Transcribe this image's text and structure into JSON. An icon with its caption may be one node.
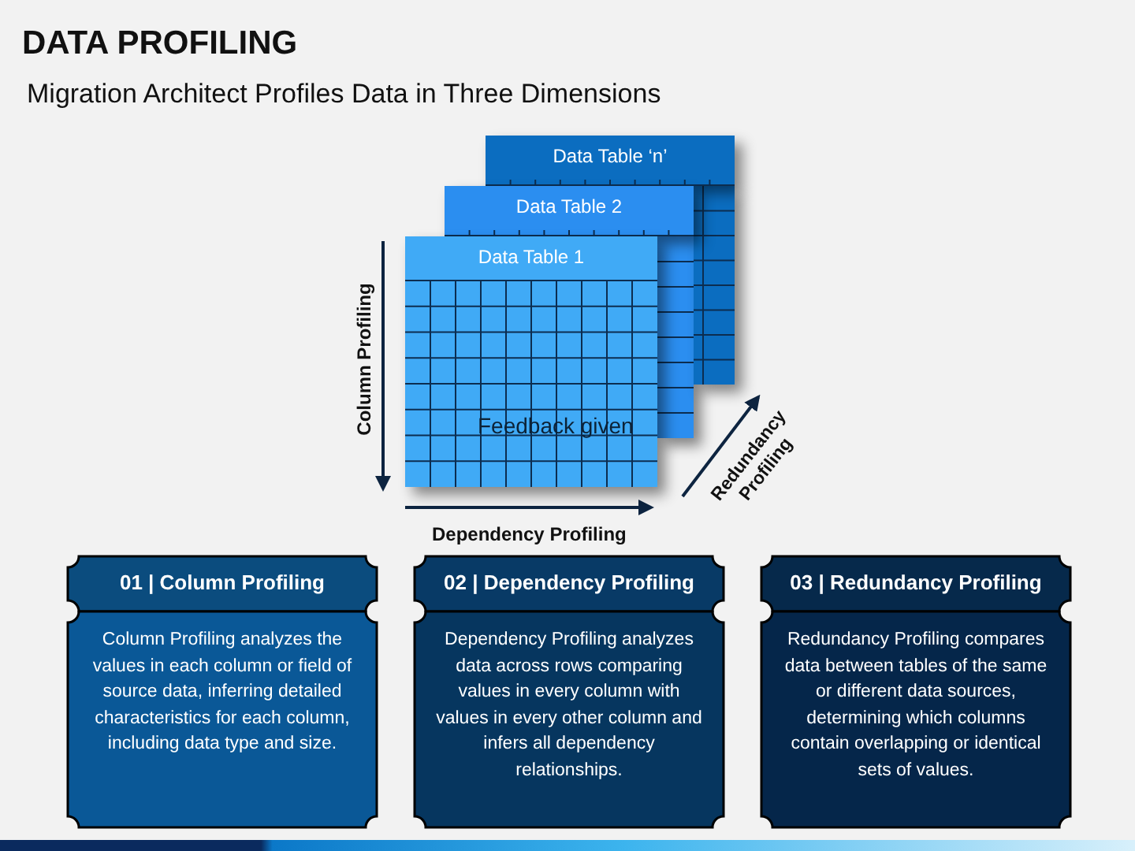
{
  "diagram": {
    "title": "DATA PROFILING",
    "nodes": [
      {
        "text": [
          "Data Table ‘n’"
        ]
      },
      {
        "text": [
          "Data Table 2"
        ]
      },
      {
        "text": [
          "Data Table 1"
        ]
      },
      {
        "text": [
          "01 | Column Profiling",
          "Column Profiling analyzes the values in each column or field of source data, inferring detailed characteristics for each column, including data type and size."
        ]
      },
      {
        "text": [
          "02 | Dependency Profiling",
          "Dependency Profiling analyzes data across rows comparing values in every column with values in every other column and infers all dependency relationships."
        ]
      },
      {
        "text": [
          "03 | Redundancy Profiling",
          "Redundancy Profiling compares data between tables of the same or different data sources, determining which columns contain overlapping or identical sets of values."
        ]
      }
    ],
    "labels": [
      "Migration Architect Profiles Data in Three Dimensions",
      "Column Profiling",
      "Feedback given",
      "Redundancy Profiling",
      "Dependency Profiling"
    ]
  }
}
